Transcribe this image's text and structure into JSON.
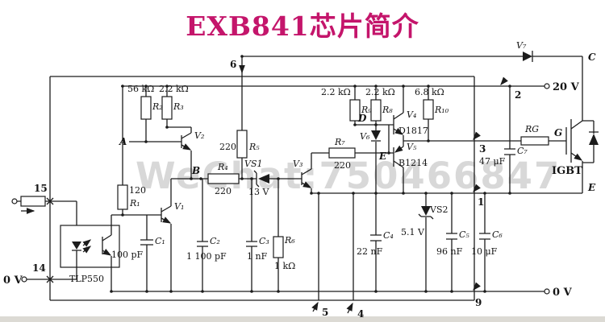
{
  "title": "EXB841芯片简介",
  "watermark": "WeChat:750466847",
  "colors": {
    "title": "#c4156b",
    "line": "#1c1c1c",
    "watermark": "#7d7d7d"
  },
  "terminals": {
    "v20": "20 V",
    "v0_left": "0 V",
    "v0_right": "0 V",
    "collector": "C",
    "emitter": "E",
    "gate": "G"
  },
  "pins": {
    "p1": "1",
    "p2": "2",
    "p3": "3",
    "p4": "4",
    "p5": "5",
    "p6": "6",
    "p9": "9",
    "p14": "14",
    "p15": "15"
  },
  "nodes": {
    "a": "A",
    "b": "B",
    "d": "D",
    "e": "E"
  },
  "components": {
    "r1": {
      "ref": "R₁",
      "value": "120"
    },
    "r2": {
      "ref": "R₂",
      "value": "56 kΩ"
    },
    "r3": {
      "ref": "R₃",
      "value": "2.2 kΩ"
    },
    "r4": {
      "ref": "R₄",
      "value": "220"
    },
    "r5": {
      "ref": "R₅",
      "value": "220"
    },
    "r6": {
      "ref": "R₆",
      "value": "1 kΩ"
    },
    "r7": {
      "ref": "R₇",
      "value": "220"
    },
    "r8": {
      "ref": "R₈",
      "value": "2.2 kΩ"
    },
    "r9": {
      "ref": "R₉",
      "value": "2.2 kΩ"
    },
    "r10": {
      "ref": "R₁₀",
      "value": "6.8 kΩ"
    },
    "rg": {
      "ref": "RG"
    },
    "c1": {
      "ref": "C₁",
      "value": "100 pF"
    },
    "c2": {
      "ref": "C₂",
      "value": "1 100 pF"
    },
    "c3": {
      "ref": "C₃",
      "value": "1 nF"
    },
    "c4": {
      "ref": "C₄",
      "value": "22 nF"
    },
    "c5": {
      "ref": "C₅",
      "value": "96 nF"
    },
    "c6": {
      "ref": "C₆",
      "value": "10 μF"
    },
    "c7": {
      "ref": "C₇",
      "value": "47 μF"
    },
    "v1": {
      "ref": "V₁"
    },
    "v2": {
      "ref": "V₂"
    },
    "v3": {
      "ref": "V₃"
    },
    "v4": {
      "ref": "V₄",
      "type": "D1817"
    },
    "v5": {
      "ref": "V₅",
      "type": "B1214"
    },
    "v6": {
      "ref": "V₆"
    },
    "v7": {
      "ref": "V₇"
    },
    "vs1": {
      "ref": "VS1",
      "value": "13 V"
    },
    "vs2": {
      "ref": "VS2",
      "value": "5.1 V"
    },
    "opto": {
      "type": "TLP550"
    },
    "igbt": {
      "label": "IGBT"
    }
  }
}
